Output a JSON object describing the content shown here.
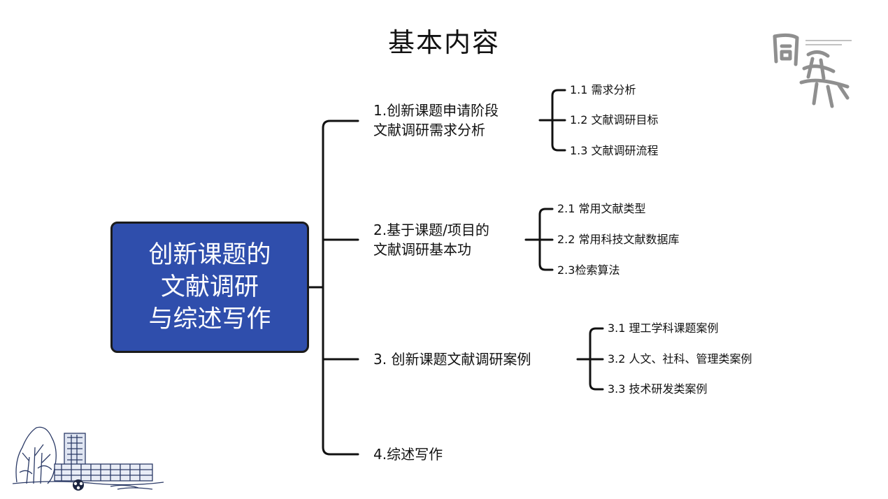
{
  "title": "基本内容",
  "root": {
    "line1": "创新课题的",
    "line2": "文献调研",
    "line3": "与综述写作",
    "color": "#2f4eac"
  },
  "branches": [
    {
      "line1": "1.创新课题申请阶段",
      "line2": "文献调研需求分析",
      "children": [
        "1.1 需求分析",
        "1.2 文献调研目标",
        "1.3 文献调研流程"
      ]
    },
    {
      "line1": "2.基于课题/项目的",
      "line2": "文献调研基本功",
      "children": [
        "2.1 常用文献类型",
        "2.2 常用科技文献数据库",
        "2.3检索算法"
      ]
    },
    {
      "line1": "3. 创新课题文献调研案例",
      "children": [
        "3.1 理工学科课题案例",
        "3.2 人文、社科、管理类案例",
        "3.3 技术研发类案例"
      ]
    },
    {
      "line1": "4.综述写作"
    }
  ],
  "icons": {
    "logo": "university-calligraphy-logo",
    "campus": "campus-building-sketch"
  }
}
